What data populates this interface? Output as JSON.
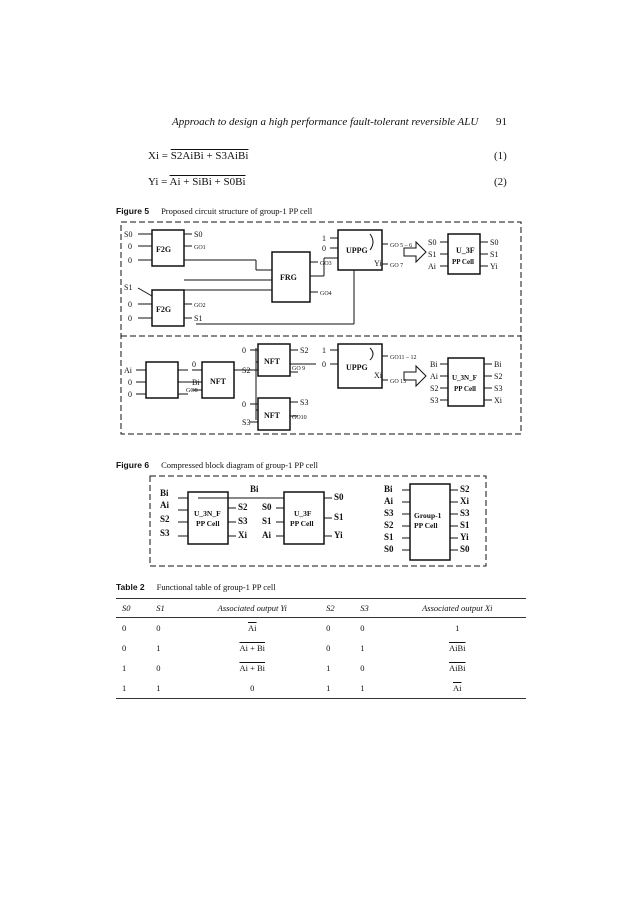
{
  "header": {
    "running_title": "Approach to design a high performance fault-tolerant reversible ALU",
    "page_number": "91"
  },
  "equations": [
    {
      "lhs": "Xi",
      "rhs": "S2AiBi + S3AiBi",
      "number": "(1)"
    },
    {
      "lhs": "Yi",
      "rhs": "Ai + SiBi + S0Bi",
      "number": "(2)"
    }
  ],
  "figure5": {
    "label": "Figure 5",
    "caption": "Proposed circuit structure of group-1 PP cell",
    "blocks": {
      "f2g": "F2G",
      "frg": "FRG",
      "uppg": "UPPG",
      "nft": "NFT",
      "u3f_line1": "U_3F",
      "u3f_line2": "PP Cell",
      "u3nf_line1": "U_3N_F",
      "u3nf_line2": "PP Cell"
    },
    "labels": {
      "s0": "S0",
      "s1": "S1",
      "s2": "S2",
      "s3": "S3",
      "zero": "0",
      "one": "1",
      "ai": "Ai",
      "bi": "Bi",
      "xi": "Xi",
      "yi": "Yi",
      "go1": "GO1",
      "go2": "GO2",
      "go3": "GO3",
      "go4": "GO4",
      "go5_6": "GO 5 – 6",
      "go7": "GO 7",
      "go8": "GO8",
      "go9": "GO 9",
      "go10": "GO10",
      "go11_12": "GO11 – 12",
      "go13": "GO 13"
    }
  },
  "figure6": {
    "label": "Figure 6",
    "caption": "Compressed block diagram of group-1 PP cell",
    "group_line1": "Group-1",
    "group_line2": "PP Cell"
  },
  "table2": {
    "label": "Table 2",
    "caption": "Functional table of group-1 PP cell",
    "headers": [
      "S0",
      "S1",
      "Associated output Yi",
      "S2",
      "S3",
      "Associated output Xi"
    ],
    "rows": [
      [
        "0",
        "0",
        "Ai",
        "0",
        "0",
        "1"
      ],
      [
        "0",
        "1",
        "Ai + Bi",
        "0",
        "1",
        "AiBi"
      ],
      [
        "1",
        "0",
        "Ai + Bi",
        "1",
        "0",
        "AiBi"
      ],
      [
        "1",
        "1",
        "0",
        "1",
        "1",
        "Ai"
      ]
    ]
  }
}
